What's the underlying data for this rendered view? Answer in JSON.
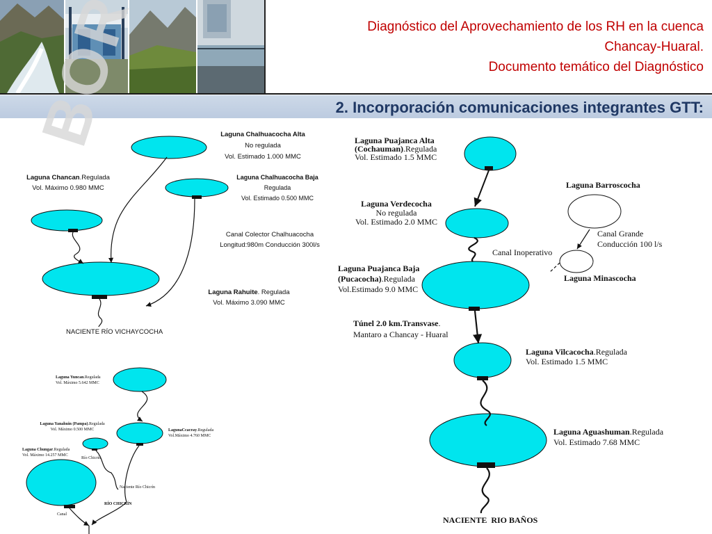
{
  "header": {
    "title_line1": "Diagnóstico del Aprovechamiento de los RH en la cuenca",
    "title_line2": "Chancay-Huaral.",
    "title_line3": "Documento temático del Diagnóstico",
    "photos": [
      "river-photo",
      "dam-gates-photo",
      "mountain-valley-photo",
      "water-tank-photo"
    ]
  },
  "section_title": "2. Incorporación comunicaciones integrantes GTT:",
  "watermark": "BORRADOR",
  "diagram_left": {
    "chalhuacocha_alta": {
      "name": "Laguna Chalhuacocha Alta",
      "status": "No regulada",
      "volume": "Vol. Estimado 1.000 MMC"
    },
    "chalhuacocha_baja": {
      "name": "Laguna Chalhuacocha Baja",
      "status": "Regulada",
      "volume": "Vol. Estimado 0.500 MMC"
    },
    "chancan": {
      "name": "Laguna Chancan",
      "status": ".Regulada",
      "volume": "Vol. Máximo 0.980 MMC"
    },
    "canal": {
      "line1": "Canal Colector Chalhuacocha",
      "line2": "Longitud:980m Conducción 300l/s"
    },
    "rahuite": {
      "name": "Laguna Rahuite",
      "status": ". Regulada",
      "volume": "Vol. Máximo 3.090 MMC"
    },
    "naciente": "NACIENTE RÍO VICHAYCOCHA"
  },
  "diagram_small": {
    "yuncan": {
      "name": "Laguna Yuncan",
      "status": ".Regulada",
      "volume": "Vol. Máximo 5.642 MMC"
    },
    "yanahuin": {
      "name": "Laguna Yanahuin (Pampa)",
      "status": ".Regulada",
      "volume": "Vol. Máximo 0.500 MMC"
    },
    "ccacray": {
      "name": "LagunaCcacray",
      "status": ".Regulada",
      "volume": "Vol.Máximo 4.760 MMC"
    },
    "chungar": {
      "name": "Laguna Chungar",
      "status": ".Regulada",
      "volume": "Vol. Máximo 14.257 MMC"
    },
    "rio_chicrin_small": "Río Chicrín",
    "naciente_chicrin": "Naciente Río Chicrín",
    "rio_chicrin": "RÍO CHICRÍN",
    "canal": "Canal"
  },
  "diagram_right": {
    "puajanca_alta": {
      "name1": "Laguna Puajanca Alta",
      "name2": "(Cochauman)",
      "status": ".Regulada",
      "volume": "Vol. Estimado 1.5 MMC"
    },
    "verdecocha": {
      "name": "Laguna Verdecocha",
      "status": "No regulada",
      "volume": "Vol. Estimado 2.0 MMC"
    },
    "barroscocha": {
      "name": "Laguna Barroscocha"
    },
    "canal_grande": {
      "line1": "Canal Grande",
      "line2": "Conducción 100 l/s"
    },
    "canal_inoperativo": "Canal Inoperativo",
    "minascocha": {
      "name": "Laguna Minascocha"
    },
    "puajanca_baja": {
      "name1": "Laguna Puajanca Baja",
      "name2": "(Pucacocha)",
      "status": ".Regulada",
      "volume": "Vol.Estimado 9.0 MMC"
    },
    "tunel": {
      "line1": "Túnel 2.0 km.Transvase",
      "line1_suffix": ".",
      "line2": "Mantaro a Chancay - Huaral"
    },
    "vilcacocha": {
      "name": "Laguna Vilcacocha",
      "status": ".Regulada",
      "volume": "Vol. Estimado 1.5 MMC"
    },
    "aguashuman": {
      "name": "Laguna Aguashuman",
      "status": ".Regulada",
      "volume": "Vol. Estimado 7.68 MMC"
    },
    "naciente": "NACIENTE  RIO BAÑOS"
  },
  "colors": {
    "lake_fill": "#00e5ee",
    "title_red": "#c00000",
    "subtitle_blue": "#1f3864"
  }
}
